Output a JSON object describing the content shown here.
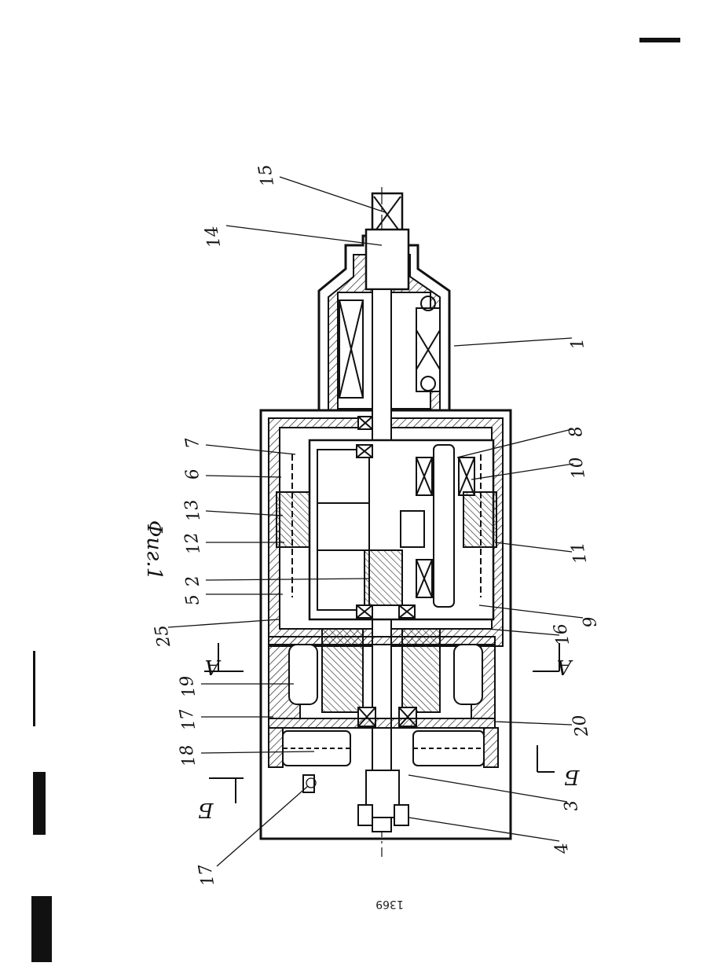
{
  "figure": {
    "caption": "Фиг.1",
    "page_number": "1369",
    "section_marks": [
      "А",
      "Б"
    ],
    "labels": [
      "1",
      "2",
      "3",
      "4",
      "5",
      "6",
      "7",
      "8",
      "9",
      "10",
      "11",
      "12",
      "13",
      "14",
      "15",
      "16",
      "17",
      "18",
      "19",
      "20",
      "25"
    ]
  }
}
